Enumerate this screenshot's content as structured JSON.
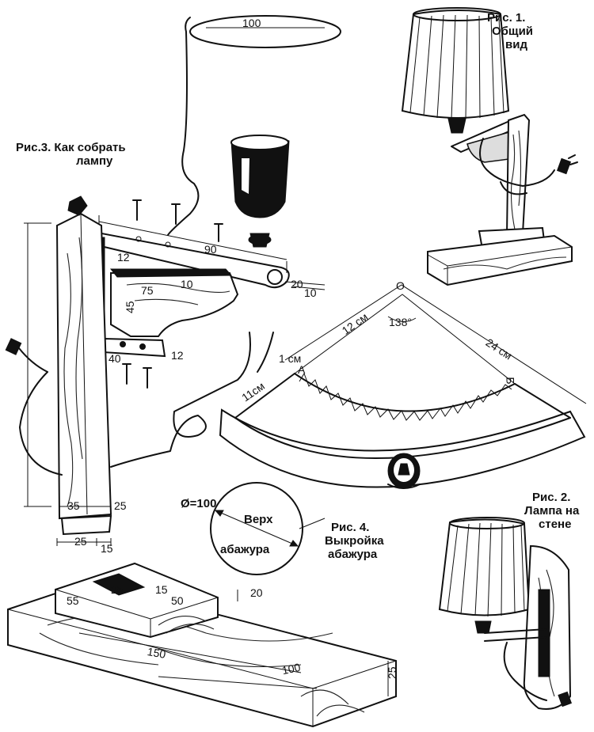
{
  "figures": {
    "fig1": {
      "number": "Рис. 1.",
      "caption_line1": "Общий",
      "caption_line2": "вид"
    },
    "fig2": {
      "number": "Рис. 2.",
      "caption_line1": "Лампа на",
      "caption_line2": "стене"
    },
    "fig3": {
      "caption_line1": "Рис.3. Как собрать",
      "caption_line2": "лампу"
    },
    "fig4": {
      "number": "Рис. 4.",
      "caption_line1": "Выкройка",
      "caption_line2": "абажура"
    }
  },
  "top_circle": {
    "label": "Верх",
    "label2": "абажура",
    "diameter": "Ø=100"
  },
  "pattern": {
    "vertex": "О",
    "angle": "138°",
    "radius_inner": "12 см",
    "radius_outer": "24 см",
    "seam": "1 см",
    "width": "11см",
    "point_a": "А",
    "point_b": "Б"
  },
  "dimensions": {
    "ring": "100",
    "arm_length": "90",
    "arm_12": "12",
    "arm_20": "20",
    "arm_10": "10",
    "block_75": "75",
    "block_10": "10",
    "block_45": "45",
    "plate_40": "40",
    "plate_12": "12",
    "post_35": "35",
    "post_25": "25",
    "post_base_25": "25",
    "post_base_15": "15",
    "base_150": "150",
    "base_100": "100",
    "base_25": "25",
    "cap_55": "55",
    "cap_50": "50",
    "cap_25": "25",
    "cap_15": "15",
    "cap_20": "20"
  },
  "icons": [
    "lampshade-icon",
    "plug-icon",
    "screw-icon",
    "socket-icon"
  ]
}
